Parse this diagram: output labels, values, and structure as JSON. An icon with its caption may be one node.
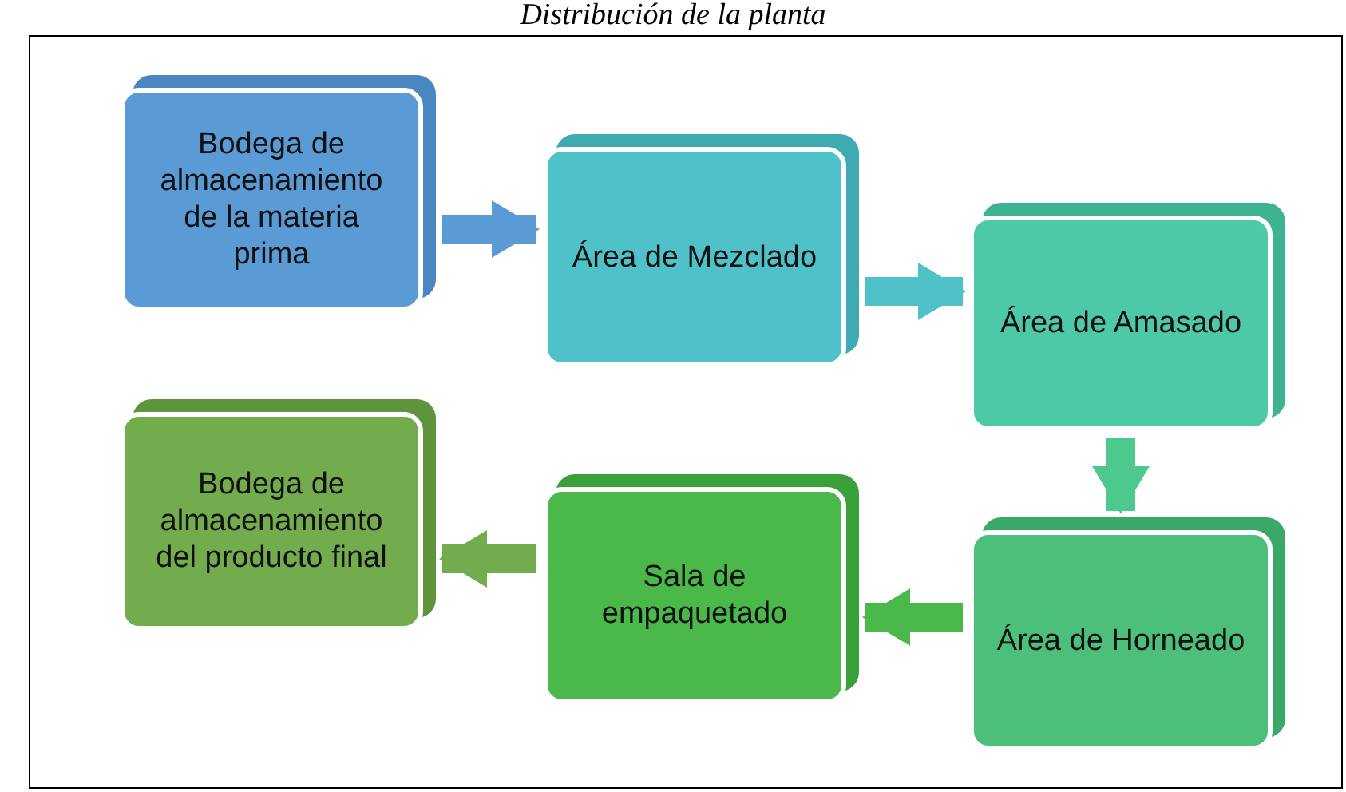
{
  "diagram": {
    "title": "Distribución de la planta",
    "nodes": [
      {
        "text": [
          "Bodega de almacenamiento de la materia prima"
        ]
      },
      {
        "text": [
          "Área de Mezclado"
        ]
      },
      {
        "text": [
          "Área de Amasado"
        ]
      },
      {
        "text": [
          "Área de Horneado"
        ]
      },
      {
        "text": [
          "Sala de empaquetado"
        ]
      },
      {
        "text": [
          "Bodega de almacenamiento del producto final"
        ]
      }
    ],
    "edges": [
      {
        "from": 0,
        "to": 1,
        "arrow": "to",
        "color": "#5b9bd5"
      },
      {
        "from": 1,
        "to": 2,
        "arrow": "to",
        "color": "#4fc1c9"
      },
      {
        "from": 2,
        "to": 3,
        "arrow": "to",
        "color": "#4ec98e"
      },
      {
        "from": 3,
        "to": 4,
        "arrow": "to",
        "color": "#4bb84a"
      },
      {
        "from": 4,
        "to": 5,
        "arrow": "to",
        "color": "#72ac4d"
      }
    ]
  }
}
